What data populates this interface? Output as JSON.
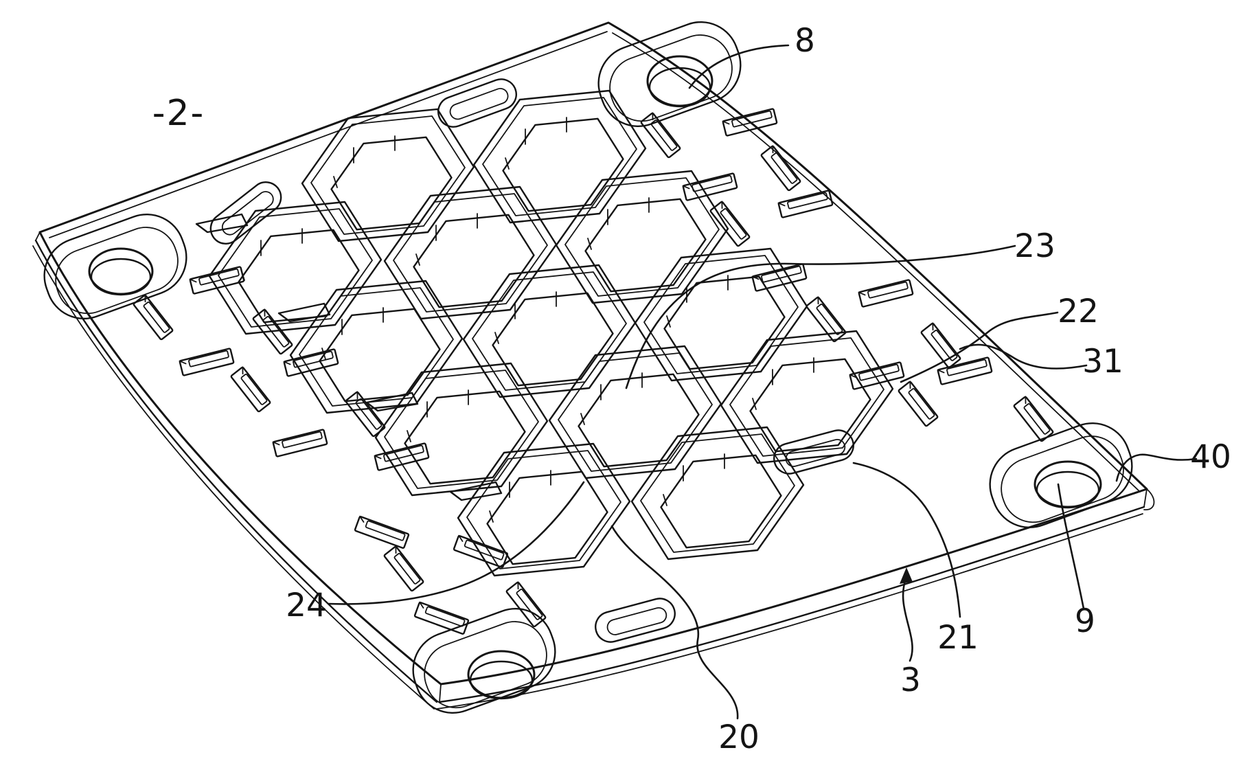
{
  "figure": {
    "number": "-2-",
    "kind": "patent-line-drawing",
    "colors": {
      "line": "#141414",
      "background": "#ffffff"
    },
    "reference_labels": [
      {
        "ref": "8"
      },
      {
        "ref": "23"
      },
      {
        "ref": "22"
      },
      {
        "ref": "31"
      },
      {
        "ref": "40"
      },
      {
        "ref": "9"
      },
      {
        "ref": "21"
      },
      {
        "ref": "3"
      },
      {
        "ref": "20"
      },
      {
        "ref": "24"
      }
    ]
  }
}
